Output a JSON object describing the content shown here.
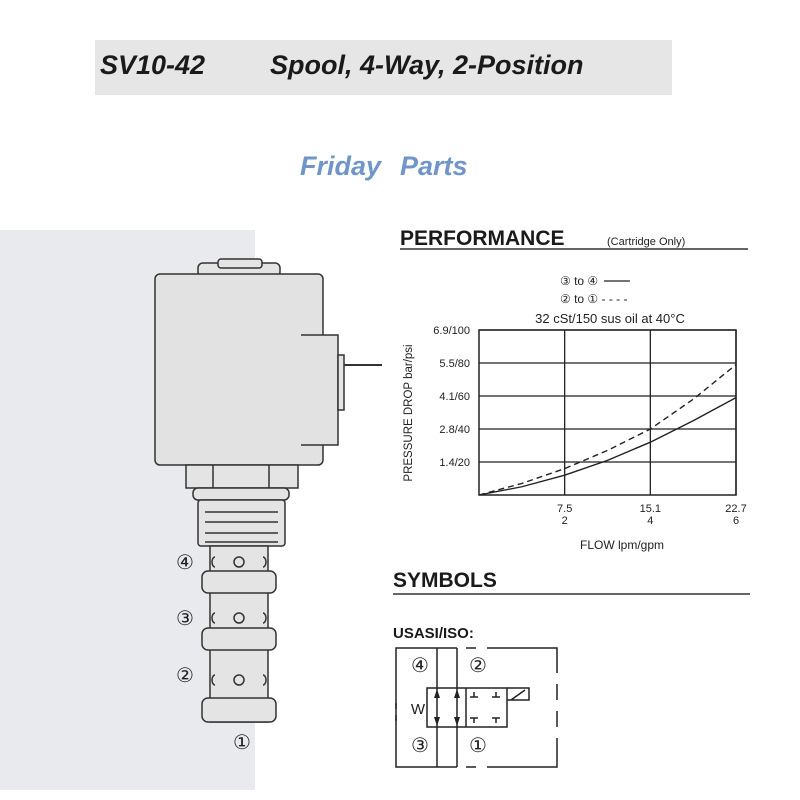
{
  "header": {
    "model": "SV10-42",
    "title": "Spool, 4-Way, 2-Position",
    "band_color": "#e6e6e6"
  },
  "watermark": {
    "brand_a": "Friday",
    "brand_b": "Parts",
    "color_a": "#6f95c9",
    "color_b": "#e8a444"
  },
  "valve": {
    "port_labels": [
      "④",
      "③",
      "②",
      "①"
    ],
    "panel_color": "#e9eaee"
  },
  "performance": {
    "heading": "PERFORMANCE",
    "subheading": "(Cartridge Only)",
    "legend": [
      {
        "label": "③ to ④",
        "style": "solid"
      },
      {
        "label": "② to ① - - - -",
        "style": "dashed"
      }
    ],
    "condition": "32 cSt/150 sus oil at 40°C"
  },
  "chart_data": {
    "type": "line",
    "title": "32 cSt/150 sus oil at 40°C",
    "xlabel": "FLOW lpm/gpm",
    "ylabel": "PRESSURE DROP bar/psi",
    "xlim": [
      0,
      6
    ],
    "ylim": [
      0,
      100
    ],
    "grid": true,
    "legend_position": "top",
    "x_ticks": [
      {
        "value": 2,
        "lpm": "7.5",
        "gpm": "2"
      },
      {
        "value": 4,
        "lpm": "15.1",
        "gpm": "4"
      },
      {
        "value": 6,
        "lpm": "22.7",
        "gpm": "6"
      }
    ],
    "y_ticks": [
      {
        "value": 20,
        "label": "1.4/20"
      },
      {
        "value": 40,
        "label": "2.8/40"
      },
      {
        "value": 60,
        "label": "4.1/60"
      },
      {
        "value": 80,
        "label": "5.5/80"
      },
      {
        "value": 100,
        "label": "6.9/100"
      }
    ],
    "x": [
      0,
      1,
      2,
      3,
      4,
      5,
      6
    ],
    "series": [
      {
        "name": "③ to ④",
        "style": "solid",
        "values": [
          0,
          5,
          12,
          21,
          32,
          45,
          59
        ]
      },
      {
        "name": "② to ①",
        "style": "dashed",
        "values": [
          0,
          7,
          16,
          27,
          40,
          58,
          79
        ]
      }
    ]
  },
  "symbols": {
    "heading": "SYMBOLS",
    "standard": "USASI/ISO:",
    "ports": [
      "④",
      "②",
      "③",
      "①"
    ],
    "spring_label": "W"
  }
}
